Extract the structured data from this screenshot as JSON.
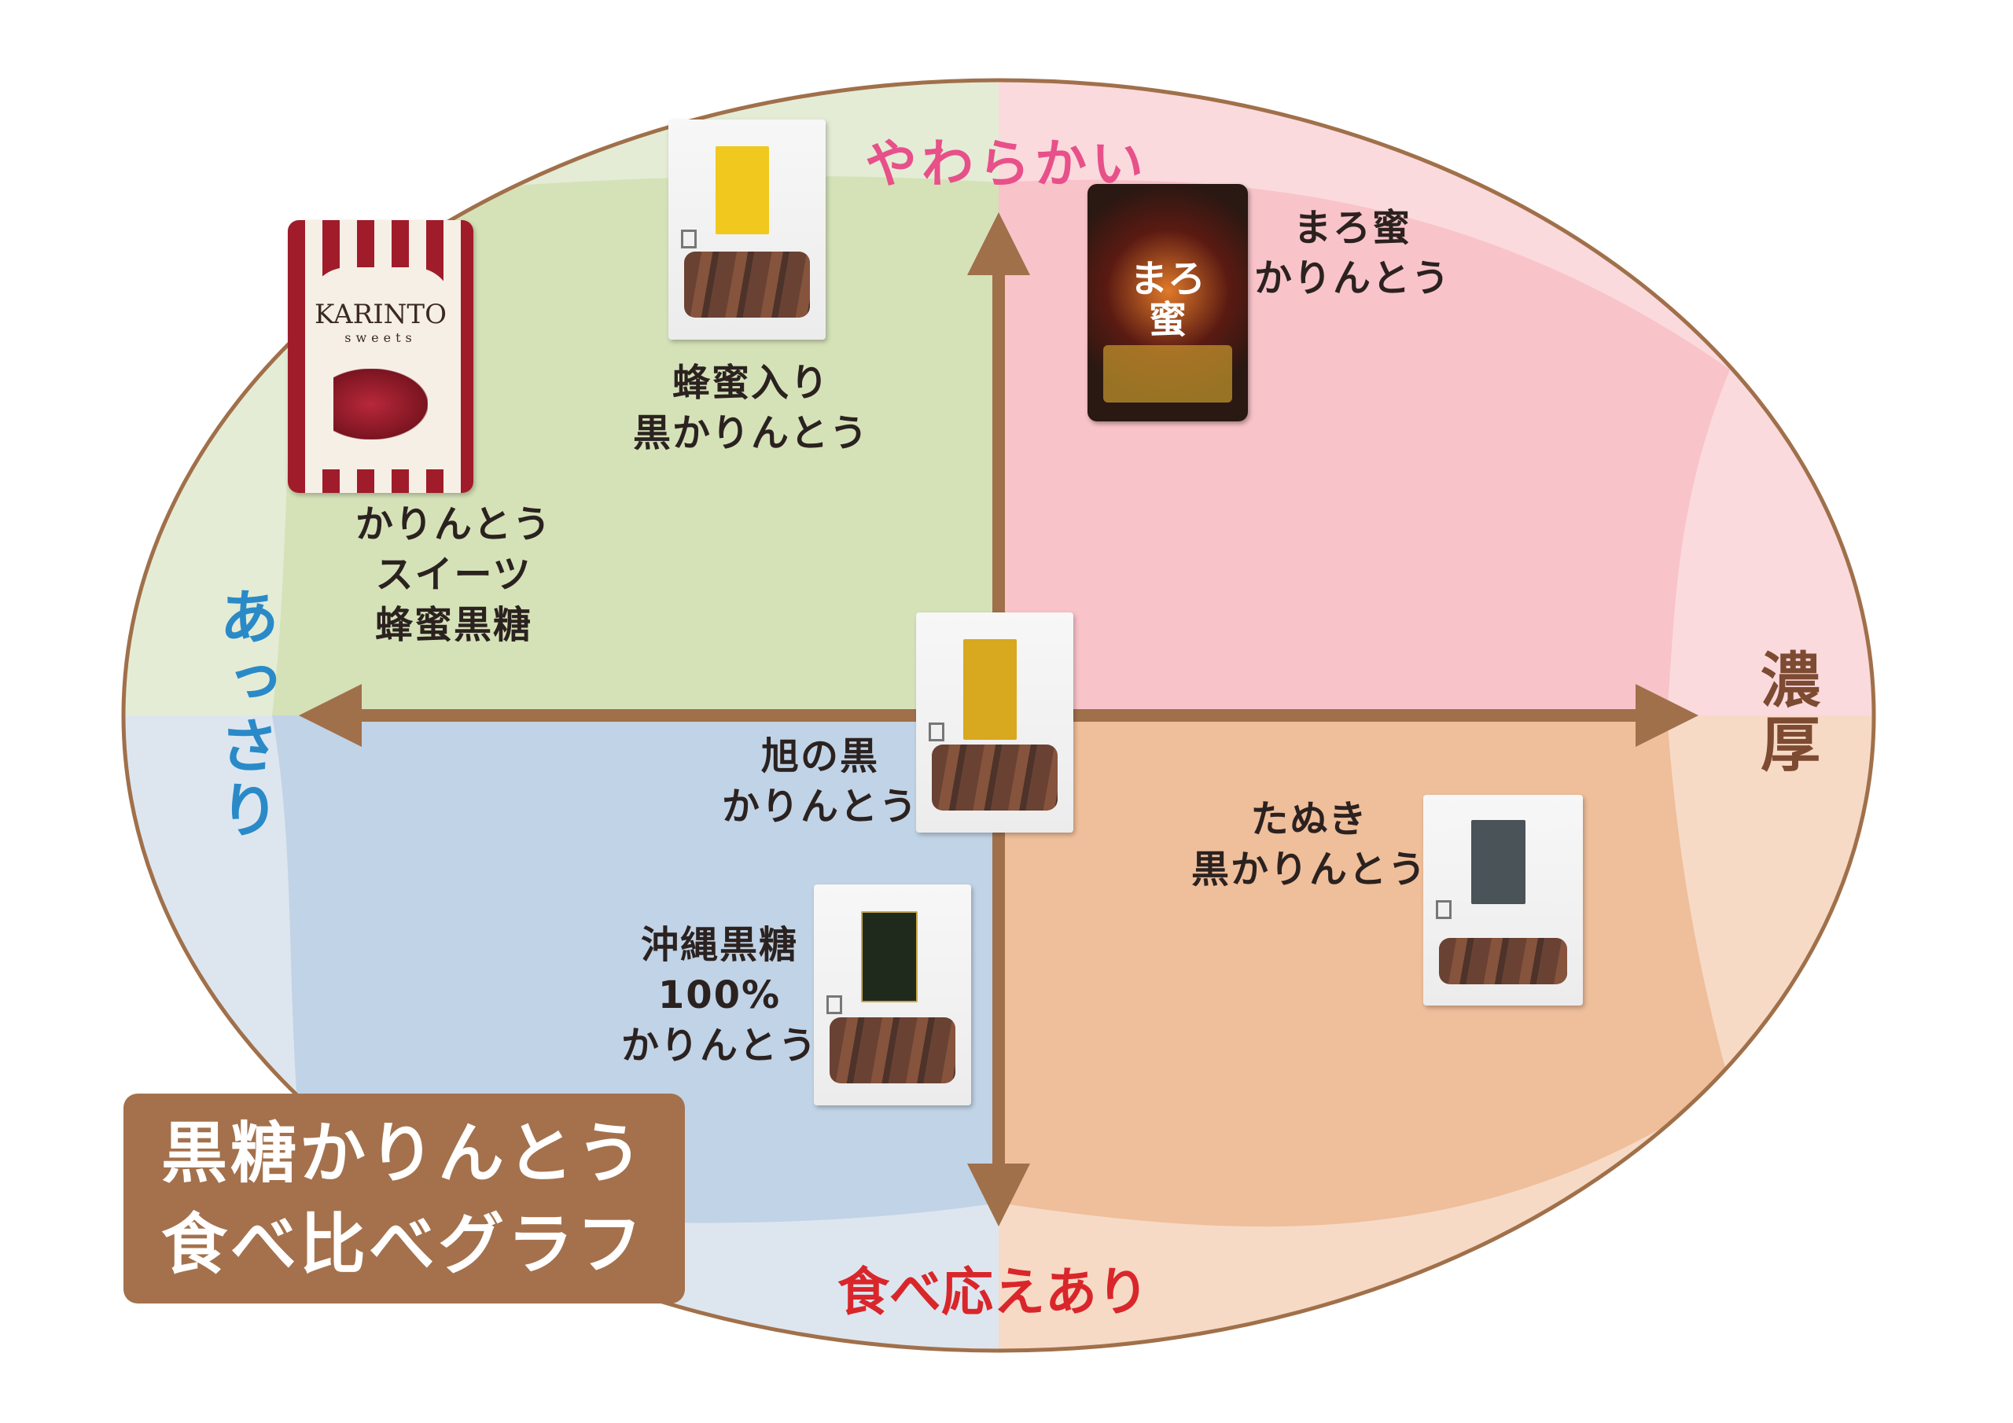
{
  "title": {
    "lines": [
      "黒糖かりんとう",
      "食べ比べグラフ"
    ]
  },
  "axes": {
    "top": "やわらかい",
    "bottom": "食べ応えあり",
    "left": "あっさり",
    "right": "濃厚"
  },
  "colors": {
    "axis": "#a0704a",
    "top_label": "#e8508a",
    "bottom_label": "#d9262b",
    "left_label": "#2a8ac8",
    "right_label": "#7d4a32",
    "title_box": "#a4714c",
    "q_top_left": "#d5e2b8",
    "q_top_right": "#f8c3c9",
    "q_bottom_left": "#c1d3e6",
    "q_bottom_right": "#efbe9a"
  },
  "products": [
    {
      "id": "karinto-sweets",
      "lines": [
        "かりんとう",
        "スイーツ",
        "蜂蜜黒糖"
      ],
      "pack_text": [
        "KARINTO",
        "sweets"
      ],
      "quadrant": "top-left"
    },
    {
      "id": "hachimitsu",
      "lines": [
        "蜂蜜入り",
        "黒かりんとう"
      ],
      "quadrant": "top-left"
    },
    {
      "id": "maromitsu",
      "lines": [
        "まろ蜜",
        "かりんとう"
      ],
      "pack_text": [
        "まろ",
        "蜜"
      ],
      "quadrant": "top-right"
    },
    {
      "id": "asahi",
      "lines": [
        "旭の黒",
        "かりんとう"
      ],
      "quadrant": "center"
    },
    {
      "id": "tanuki",
      "lines": [
        "たぬき",
        "黒かりんとう"
      ],
      "quadrant": "bottom-right"
    },
    {
      "id": "okinawa",
      "lines": [
        "沖縄黒糖",
        "100%",
        "かりんとう"
      ],
      "quadrant": "bottom-left"
    }
  ]
}
